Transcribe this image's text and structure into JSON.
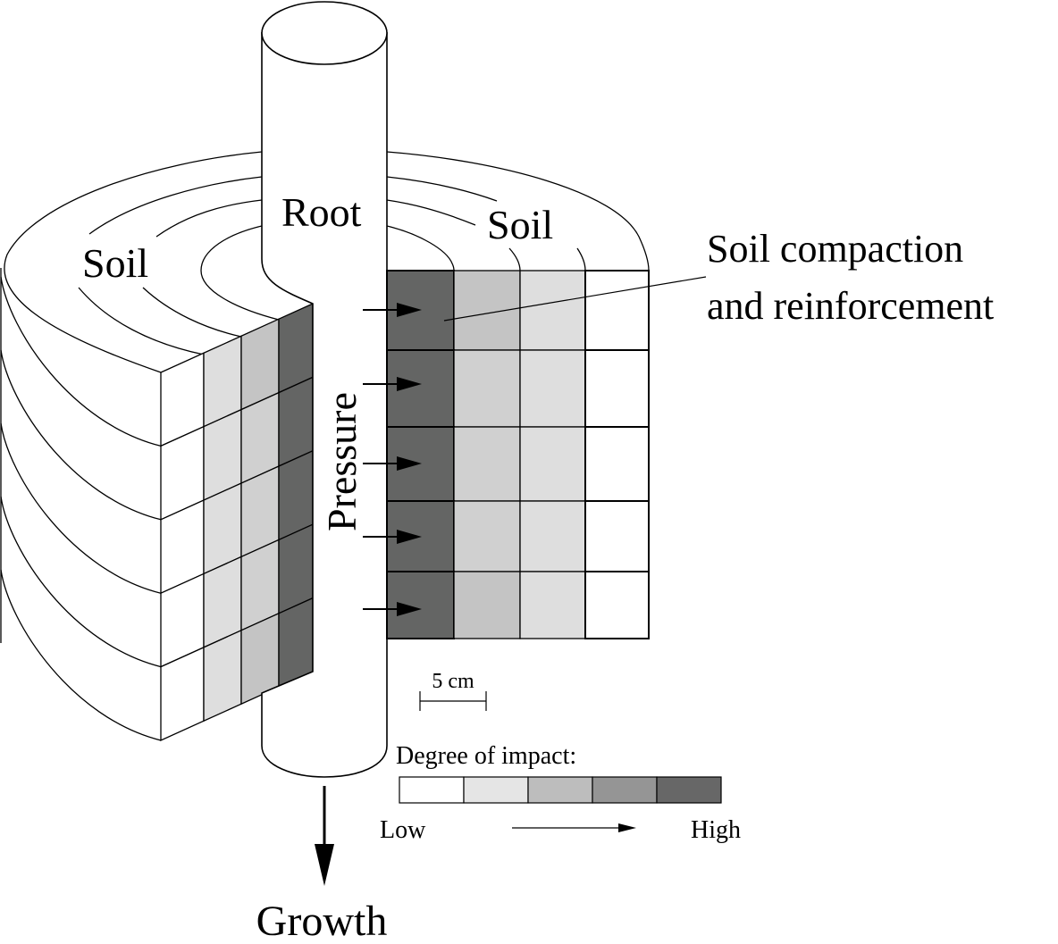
{
  "labels": {
    "root": "Root",
    "soil_left": "Soil",
    "soil_right": "Soil",
    "pressure": "Pressure",
    "growth": "Growth",
    "annotation_line1": "Soil compaction",
    "annotation_line2": "and reinforcement",
    "scale_bar": "5 cm"
  },
  "legend": {
    "title": "Degree of impact:",
    "low": "Low",
    "high": "High",
    "levels": [
      {
        "level": 1,
        "color": "#ffffff"
      },
      {
        "level": 2,
        "color": "#e5e5e5"
      },
      {
        "level": 3,
        "color": "#bdbdbd"
      },
      {
        "level": 4,
        "color": "#959595"
      },
      {
        "level": 5,
        "color": "#676767"
      }
    ]
  },
  "right_grid": {
    "rows": [
      [
        "#646564",
        "#c4c4c4",
        "#dedede",
        "#ffffff"
      ],
      [
        "#646564",
        "#d0d0d0",
        "#dedede",
        "#ffffff"
      ],
      [
        "#646564",
        "#d0d0d0",
        "#dedede",
        "#ffffff"
      ],
      [
        "#646564",
        "#d0d0d0",
        "#dedede",
        "#ffffff"
      ],
      [
        "#646564",
        "#c4c4c4",
        "#dedede",
        "#ffffff"
      ]
    ]
  },
  "left_block": {
    "rows": [
      [
        "#ffffff",
        "#dedede",
        "#c4c4c4",
        "#646564"
      ],
      [
        "#ffffff",
        "#dedede",
        "#d0d0d0",
        "#646564"
      ],
      [
        "#ffffff",
        "#dedede",
        "#d0d0d0",
        "#646564"
      ],
      [
        "#ffffff",
        "#dedede",
        "#d0d0d0",
        "#646564"
      ],
      [
        "#ffffff",
        "#dedede",
        "#c4c4c4",
        "#646564"
      ]
    ]
  },
  "pressure_arrow_count": 5
}
